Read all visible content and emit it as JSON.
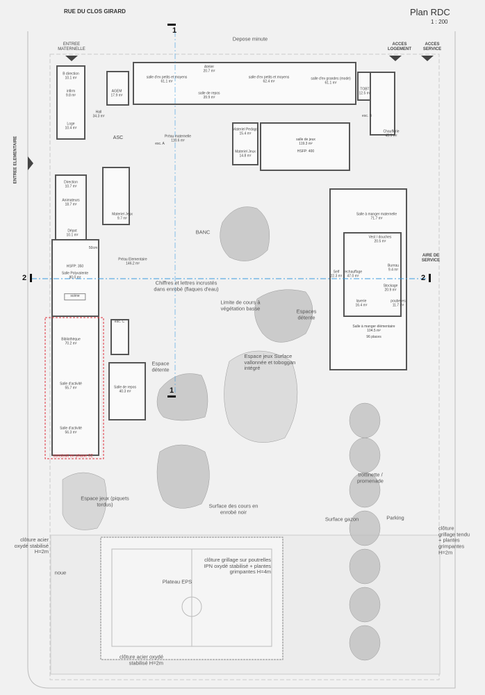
{
  "header": {
    "street": "RUE DU CLOS GIRARD",
    "title": "Plan RDC",
    "scale": "1 : 200",
    "depose": "Depose minute"
  },
  "entrances": {
    "maternelle": "ENTREE MATERNELLE",
    "elementaire": "ENTREE ELEMENTAIRE",
    "logement": "ACCES LOGEMENT",
    "service": "ACCES SERVICE",
    "aire_service": "AIRE DE SERVICE"
  },
  "section_marks": {
    "a": "1",
    "b": "2"
  },
  "rooms": [
    {
      "name": "B direction",
      "area": "10.1 m²"
    },
    {
      "name": "infirm",
      "area": "9.8 m²"
    },
    {
      "name": "Loge",
      "area": "10.4 m²"
    },
    {
      "name": "AGEM",
      "area": "17.9 m²"
    },
    {
      "name": "Hall",
      "area": "34.3 m²"
    },
    {
      "name": "salle d'ex petits et moyens",
      "area": "61.1 m²"
    },
    {
      "name": "Atelier",
      "area": "20.7 m²"
    },
    {
      "name": "salle de repos",
      "area": "39.9 m²"
    },
    {
      "name": "salle d'ex petits et moyens",
      "area": "62.4 m²"
    },
    {
      "name": "salle d'ex grandes (mode)",
      "area": "61.1 m²"
    },
    {
      "name": "TOBT",
      "area": "12.5 m²"
    },
    {
      "name": "Chaufferie",
      "area": "45.9 m²"
    },
    {
      "name": "Materiel Pedago",
      "area": "15.4 m²"
    },
    {
      "name": "Materiel Jeux",
      "area": "14.8 m²"
    },
    {
      "name": "salle de jeux",
      "area": "119.3 m²",
      "extra": "HSFP: 400"
    },
    {
      "name": "Préau maternelle",
      "area": "110.6 m²"
    },
    {
      "name": "Direction",
      "area": "10.7 m²"
    },
    {
      "name": "Animateurs",
      "area": "18.7 m²"
    },
    {
      "name": "Dépot",
      "area": "10.1 m²"
    },
    {
      "name": "Materiel Jeux",
      "area": "9.7 m²"
    },
    {
      "name": "Salle Polyvalente",
      "area": "80.0 m²",
      "extra": "HSFP: 350"
    },
    {
      "name": "scène",
      "area": ""
    },
    {
      "name": "Préau Elementaire",
      "area": "146.2 m²"
    },
    {
      "name": "Bibliothèque",
      "area": "70.2 m²"
    },
    {
      "name": "Salle d'activité",
      "area": "55.7 m²"
    },
    {
      "name": "Salle d'activité",
      "area": "56.3 m²"
    },
    {
      "name": "Salle de repos",
      "area": "40.3 m²"
    },
    {
      "name": "Salle à manger maternelle",
      "area": "71.7 m²"
    },
    {
      "name": "Vest / douches",
      "area": "20.5 m²"
    },
    {
      "name": "Bureau",
      "area": "9.4 m²"
    },
    {
      "name": "Self",
      "area": "22.3 m²"
    },
    {
      "name": "rechauffage",
      "area": "47.0 m²"
    },
    {
      "name": "Stockage",
      "area": "20.9 m²"
    },
    {
      "name": "laverie",
      "area": "16.4 m²"
    },
    {
      "name": "poubelles",
      "area": "11.7 m²"
    },
    {
      "name": "Salle à manger élémentaire",
      "area": "104.5 m²",
      "extra": "96 places"
    }
  ],
  "stairs": {
    "a": "esc. A",
    "b": "esc. B",
    "c": "esc. C",
    "lift": "ASC",
    "wall": "50cm"
  },
  "annotations": {
    "letters": "Chiffres et lettres incrustés dans enrobé (flaques d'eau)",
    "limite": "Limite de cours à végétation basse",
    "detente1": "Espaces détente",
    "jeux": "Espace jeux Surface vallonnée et toboggan intégré",
    "detente2": "Espace détente",
    "banc": "BANC",
    "trottinette": "trottinette / promenade",
    "piquets": "Espace jeux (piquets tordus)",
    "enrobe": "Surface des cours en enrobé noir",
    "gazon": "Surface gazon",
    "parking": "Parking",
    "noue": "noue",
    "eps": "Plateau EPS",
    "phase": "construit en phase 02",
    "cloture_left": "clôture acier oxydé stabilisé H=2m",
    "cloture_right": "clôture grillage tendu + plantes grimpantes H=2m",
    "cloture_mid": "clôture grillage sur poutrelles IPN oxydé stabilisé + plantes grimpantes H=4m",
    "cloture_bottom": "clôture acier oxydé stabilisé H=2m"
  },
  "colors": {
    "wall": "#555555",
    "section_line": "#3b9be0",
    "phase": "#e0303a",
    "zone": "#bdbdbd"
  }
}
